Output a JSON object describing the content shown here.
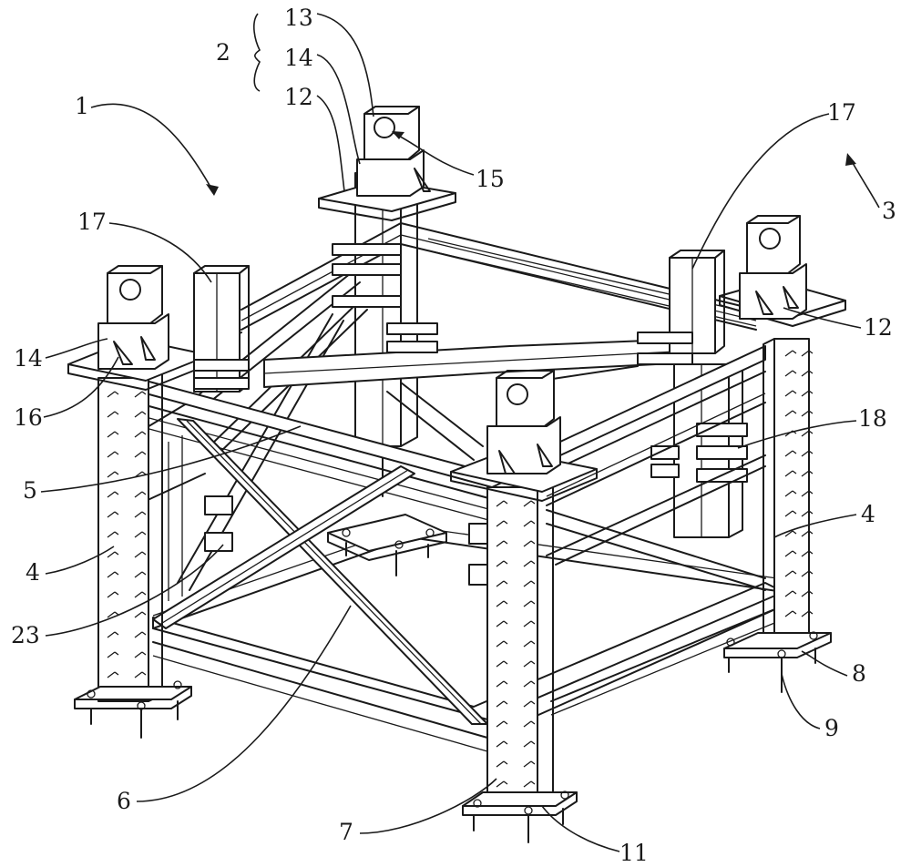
{
  "labels": [
    {
      "text": "1"
    },
    {
      "text": "2"
    },
    {
      "text": "13"
    },
    {
      "text": "14"
    },
    {
      "text": "12"
    },
    {
      "text": "15"
    },
    {
      "text": "17"
    },
    {
      "text": "17"
    },
    {
      "text": "3"
    },
    {
      "text": "14"
    },
    {
      "text": "12"
    },
    {
      "text": "16"
    },
    {
      "text": "18"
    },
    {
      "text": "5"
    },
    {
      "text": "4"
    },
    {
      "text": "4"
    },
    {
      "text": "23"
    },
    {
      "text": "8"
    },
    {
      "text": "9"
    },
    {
      "text": "6"
    },
    {
      "text": "7"
    },
    {
      "text": "11"
    }
  ]
}
